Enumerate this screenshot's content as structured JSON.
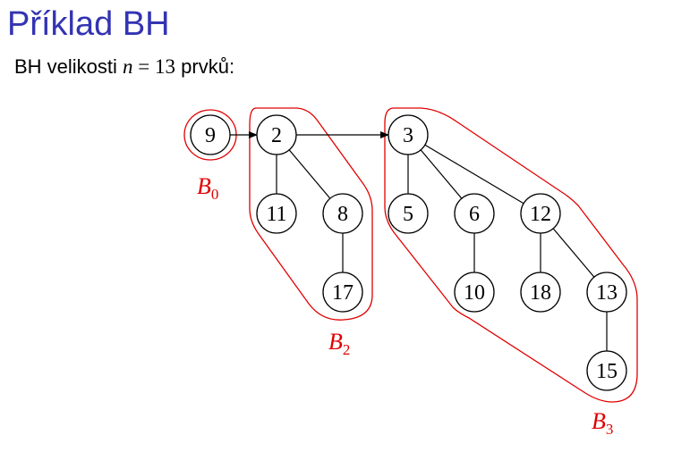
{
  "slide": {
    "title": "Příklad BH",
    "subtitle_pre": "BH velikosti ",
    "subtitle_var": "n",
    "subtitle_eq": " = 13",
    "subtitle_post": " prvků:"
  },
  "colors": {
    "title": "#3333b3",
    "tree_outline": "#e00000",
    "tree_label": "#e00000",
    "node_stroke": "#000000"
  },
  "trees": [
    {
      "label": "B",
      "sub": "0",
      "root": "9"
    },
    {
      "label": "B",
      "sub": "2",
      "root": "2"
    },
    {
      "label": "B",
      "sub": "3",
      "root": "3"
    }
  ],
  "nodes": [
    "9",
    "2",
    "11",
    "8",
    "17",
    "3",
    "5",
    "6",
    "12",
    "10",
    "18",
    "13",
    "15"
  ],
  "edges": [
    [
      "2",
      "11"
    ],
    [
      "2",
      "8"
    ],
    [
      "8",
      "17"
    ],
    [
      "3",
      "5"
    ],
    [
      "3",
      "6"
    ],
    [
      "3",
      "12"
    ],
    [
      "6",
      "10"
    ],
    [
      "12",
      "18"
    ],
    [
      "12",
      "13"
    ],
    [
      "13",
      "15"
    ]
  ],
  "root_links": [
    [
      "9",
      "2"
    ],
    [
      "2",
      "3"
    ]
  ]
}
